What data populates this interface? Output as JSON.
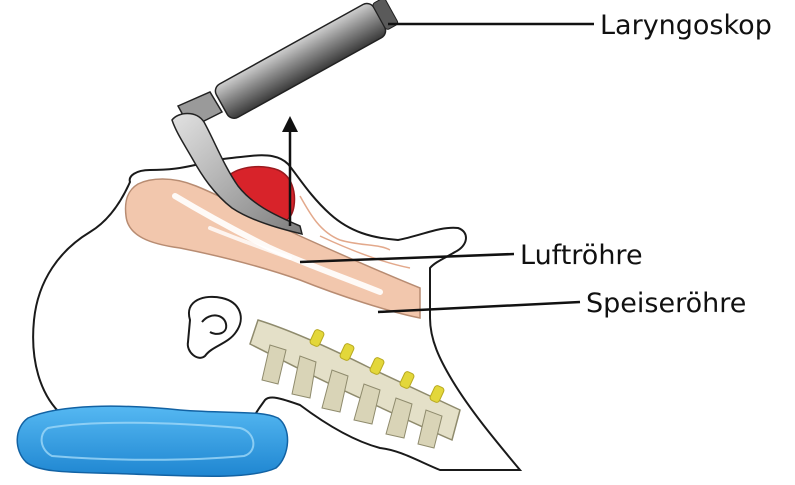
{
  "labels": {
    "laryngoscope": "Laryngoskop",
    "trachea": "Luftröhre",
    "esophagus": "Speiseröhre"
  },
  "colors": {
    "outline": "#1a1a1a",
    "skin_fill": "#ffffff",
    "airway_tissue": "#f2c7ad",
    "tongue": "#d8232a",
    "instrument_metal": "#8a8a8a",
    "handle_dark": "#4a4a4a",
    "spine_bone": "#e4e0c8",
    "spine_disc": "#e3d73a",
    "pillow": "#2f9be0",
    "pillow_highlight": "#63bff0"
  },
  "icons": [
    "laryngoscope-icon",
    "lift-arrow-icon",
    "head-profile-icon",
    "spine-icon",
    "pillow-icon"
  ]
}
